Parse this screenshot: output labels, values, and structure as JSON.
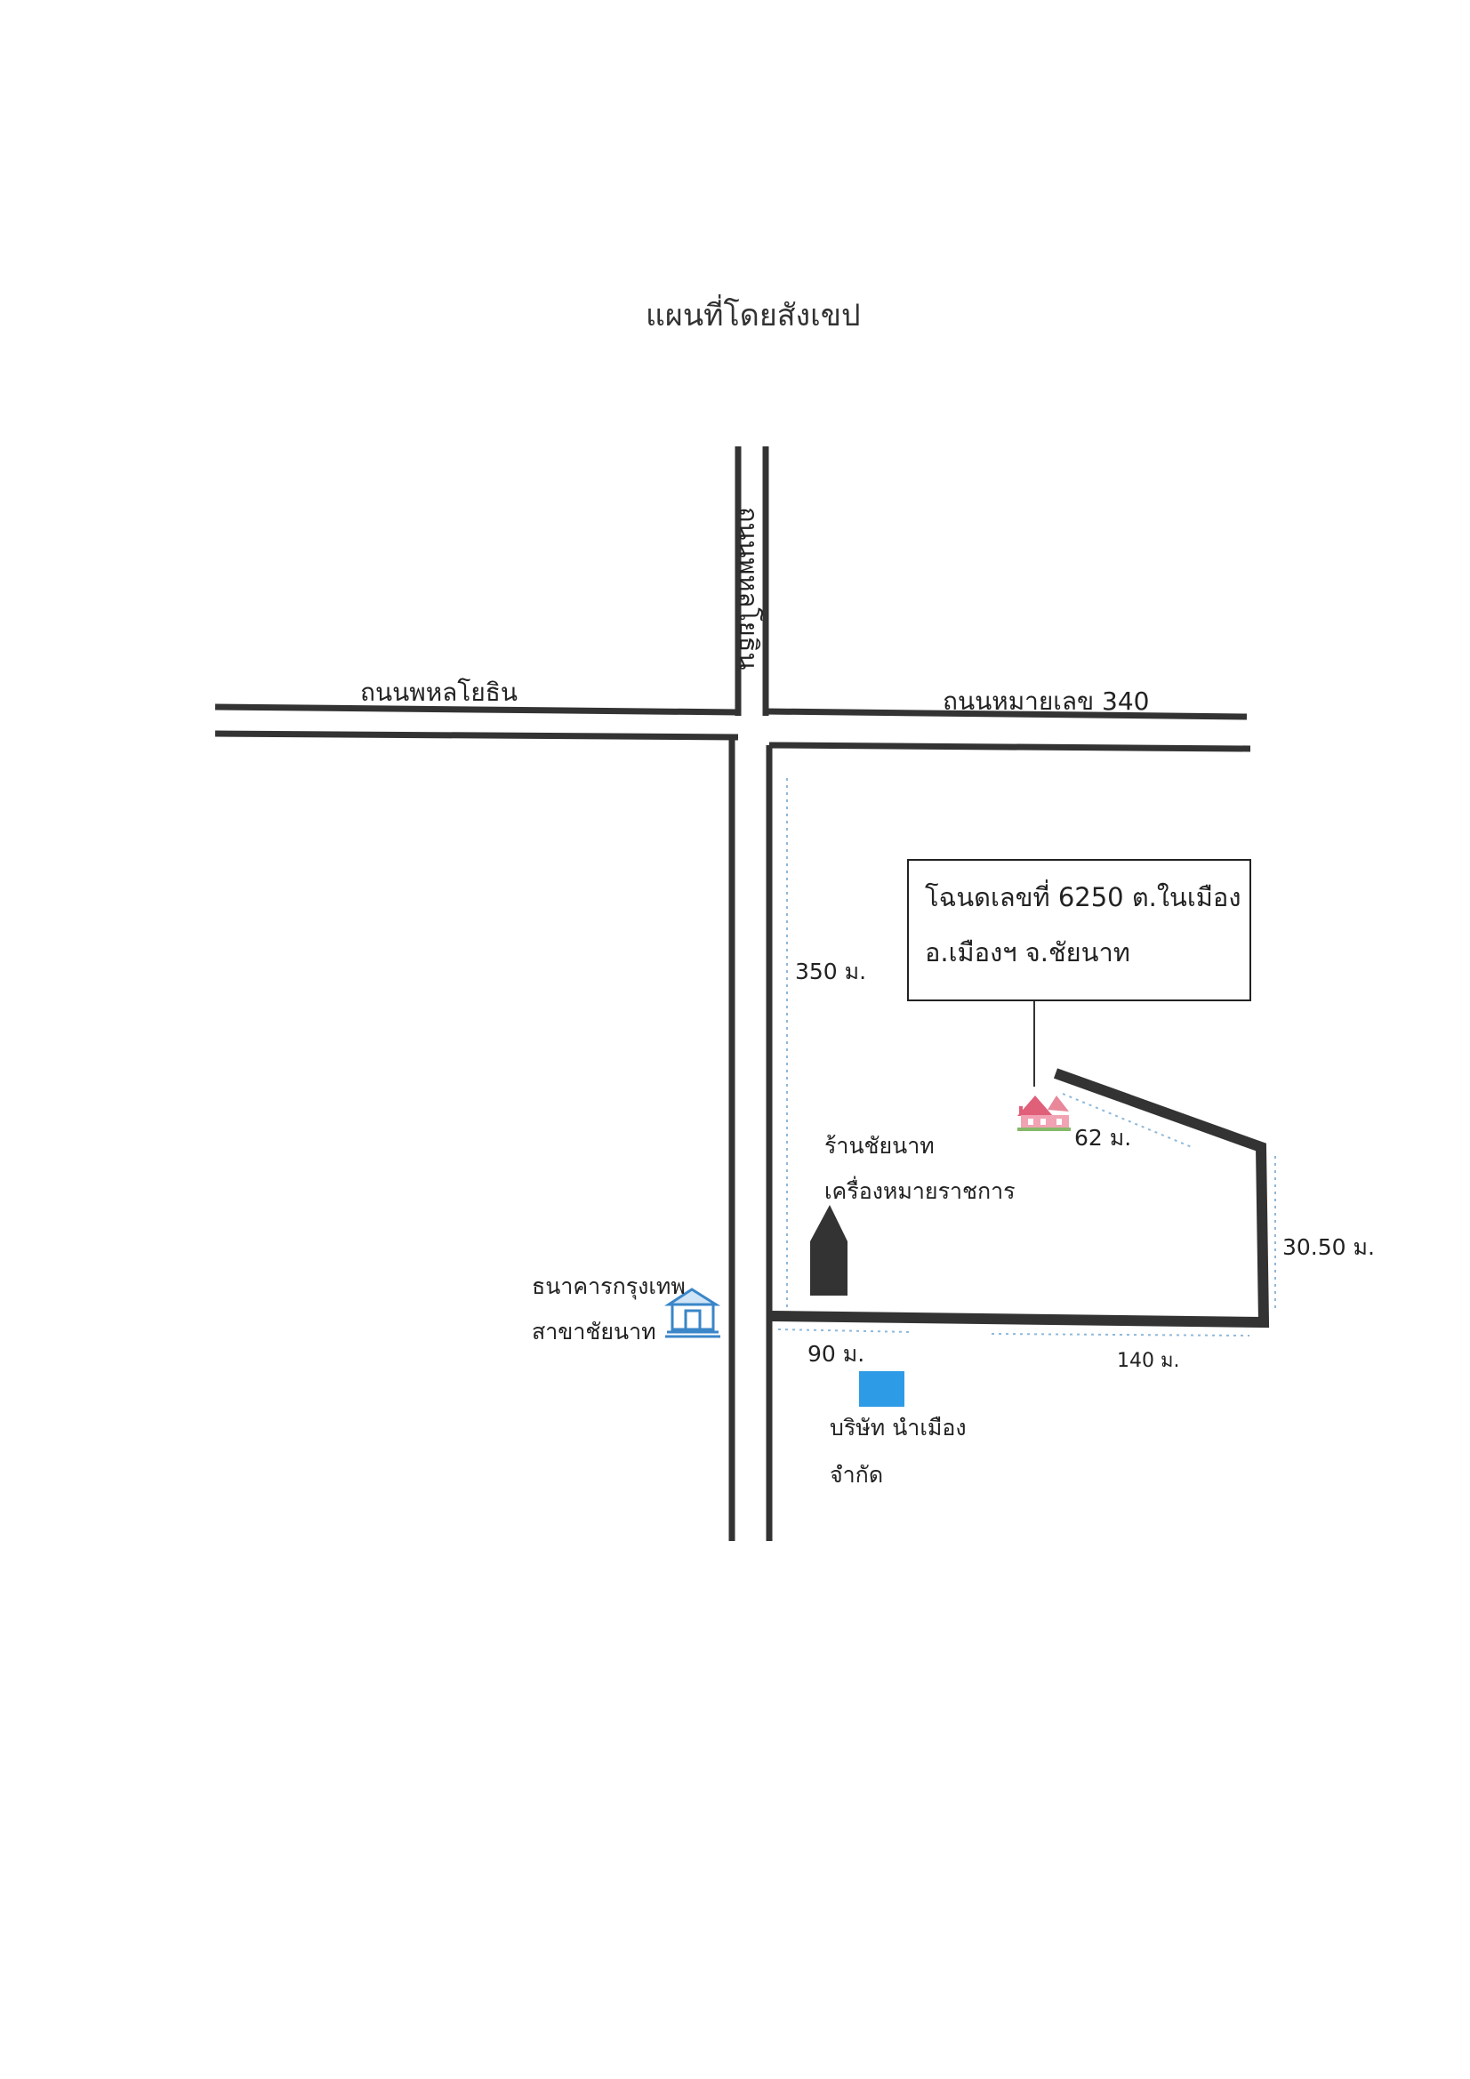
{
  "title": "แผนที่โดยสังเขป",
  "roads": {
    "west_road": "ถนนพหลโยธิน",
    "east_road": "ถนนหมายเลข 340",
    "north_road": "ถนนพหลโยธิน"
  },
  "deed": {
    "line1": "โฉนดเลขที่ 6250 ต.ในเมือง",
    "line2": "อ.เมืองฯ จ.ชัยนาท"
  },
  "distances": {
    "d350": "350 ม.",
    "d62": "62 ม.",
    "d3050": "30.50 ม.",
    "d90": "90 ม.",
    "d140": "140 ม."
  },
  "places": {
    "shop_line1": "ร้านชัยนาท",
    "shop_line2": "เครื่องหมายราชการ",
    "bank_line1": "ธนาคารกรุงเทพ",
    "bank_line2": "สาขาชัยนาท",
    "company_line1": "บริษัท นำเมือง",
    "company_line2": "จำกัด"
  },
  "icons": {
    "house": "house-icon",
    "bank": "bank-icon",
    "shop": "shop-marker-icon",
    "company": "company-marker-icon"
  },
  "colors": {
    "road": "#333333",
    "dotted": "#8fb8d8",
    "company_marker": "#2e9be6",
    "bank_icon": "#3a86c8",
    "house_roof": "#e0607a"
  }
}
